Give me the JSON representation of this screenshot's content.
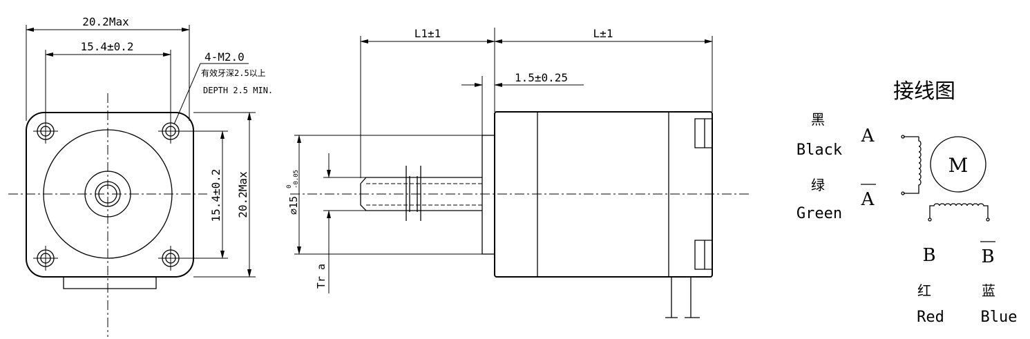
{
  "front_view": {
    "overall_width": "20.2Max",
    "hole_spacing_horizontal": "15.4±0.2",
    "hole_callout_line1": "4-M2.0",
    "hole_callout_line2": "有效牙深2.5以上",
    "hole_callout_line3": "DEPTH 2.5 MIN.",
    "hole_spacing_vertical": "15.4±0.2",
    "overall_height": "20.2Max"
  },
  "side_view": {
    "shaft_length": "L1±1",
    "body_length": "L±1",
    "boss_length": "1.5±0.25",
    "boss_diameter_symbol": "⌀15",
    "boss_diameter_tol_upper": "0",
    "boss_diameter_tol_lower": "-0.05",
    "thread_label": "Tr a"
  },
  "wiring": {
    "title": "接线图",
    "motor_letter": "M",
    "phase_a": "A",
    "phase_a_bar": "A",
    "phase_b": "B",
    "phase_b_bar": "B",
    "black_cn": "黑",
    "black_en": "Black",
    "green_cn": "绿",
    "green_en": "Green",
    "red_cn": "红",
    "red_en": "Red",
    "blue_cn": "蓝",
    "blue_en": "Blue"
  }
}
